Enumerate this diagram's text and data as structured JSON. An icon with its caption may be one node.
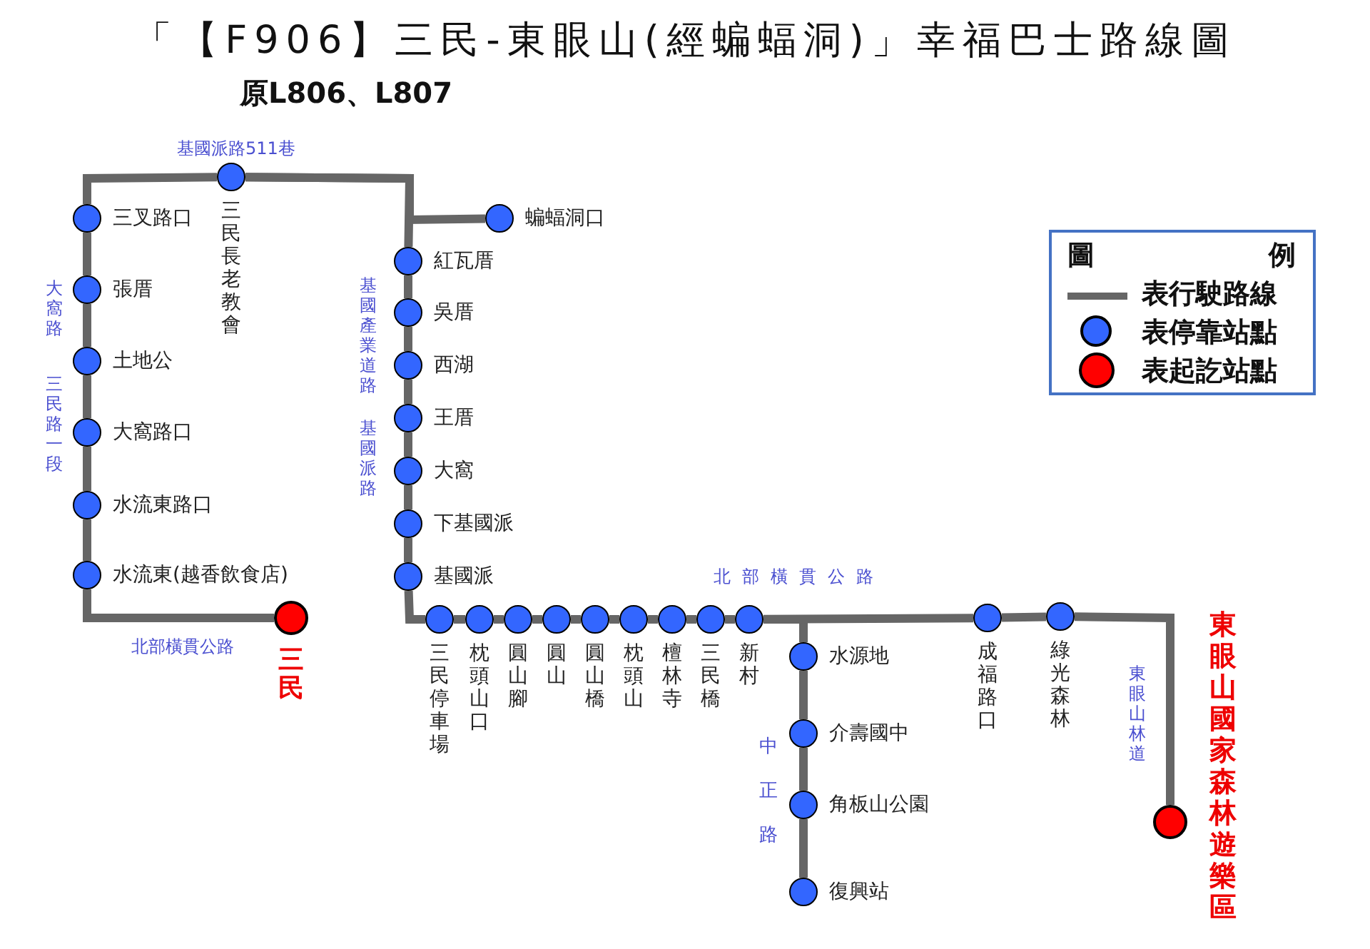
{
  "diagram": {
    "title": "「【F906】三民-東眼山(經蝙蝠洞)」幸福巴士路線圖",
    "nodes": [
      {
        "text": [
          "三民"
        ]
      },
      {
        "text": [
          "水流東(越香飲食店)"
        ]
      },
      {
        "text": [
          "水流東路口"
        ]
      },
      {
        "text": [
          "大窩路口"
        ]
      },
      {
        "text": [
          "土地公"
        ]
      },
      {
        "text": [
          "張厝"
        ]
      },
      {
        "text": [
          "三叉路口"
        ]
      },
      {
        "text": [
          "三民長老教會"
        ]
      },
      {
        "text": [
          "蝙蝠洞口"
        ]
      },
      {
        "text": [
          "紅瓦厝"
        ]
      },
      {
        "text": [
          "吳厝"
        ]
      },
      {
        "text": [
          "西湖"
        ]
      },
      {
        "text": [
          "王厝"
        ]
      },
      {
        "text": [
          "大窩"
        ]
      },
      {
        "text": [
          "下基國派"
        ]
      },
      {
        "text": [
          "基國派"
        ]
      },
      {
        "text": [
          "三民停車場"
        ]
      },
      {
        "text": [
          "枕頭山口"
        ]
      },
      {
        "text": [
          "圓山腳"
        ]
      },
      {
        "text": [
          "圓山"
        ]
      },
      {
        "text": [
          "圓山橋"
        ]
      },
      {
        "text": [
          "枕頭山"
        ]
      },
      {
        "text": [
          "檀林寺"
        ]
      },
      {
        "text": [
          "三民橋"
        ]
      },
      {
        "text": [
          "新村"
        ]
      },
      {
        "text": [
          "水源地"
        ]
      },
      {
        "text": [
          "介壽國中"
        ]
      },
      {
        "text": [
          "角板山公園"
        ]
      },
      {
        "text": [
          "復興站"
        ]
      },
      {
        "text": [
          "成福路口"
        ]
      },
      {
        "text": [
          "綠光森林"
        ]
      },
      {
        "text": [
          "東眼山國家森林遊樂區"
        ]
      }
    ],
    "edges": [
      {
        "from": 0,
        "to": 1,
        "arrow": "none"
      },
      {
        "from": 1,
        "to": 2,
        "arrow": "none"
      },
      {
        "from": 2,
        "to": 3,
        "arrow": "none"
      },
      {
        "from": 3,
        "to": 4,
        "arrow": "none"
      },
      {
        "from": 4,
        "to": 5,
        "arrow": "none"
      },
      {
        "from": 5,
        "to": 6,
        "arrow": "none"
      },
      {
        "from": 6,
        "to": 7,
        "arrow": "none"
      },
      {
        "from": 7,
        "to": 8,
        "arrow": "none"
      },
      {
        "from": 7,
        "to": 9,
        "arrow": "none"
      },
      {
        "from": 9,
        "to": 10,
        "arrow": "none"
      },
      {
        "from": 10,
        "to": 11,
        "arrow": "none"
      },
      {
        "from": 11,
        "to": 12,
        "arrow": "none"
      },
      {
        "from": 12,
        "to": 13,
        "arrow": "none"
      },
      {
        "from": 13,
        "to": 14,
        "arrow": "none"
      },
      {
        "from": 14,
        "to": 15,
        "arrow": "none"
      },
      {
        "from": 15,
        "to": 16,
        "arrow": "none"
      },
      {
        "from": 16,
        "to": 17,
        "arrow": "none"
      },
      {
        "from": 17,
        "to": 18,
        "arrow": "none"
      },
      {
        "from": 18,
        "to": 19,
        "arrow": "none"
      },
      {
        "from": 19,
        "to": 20,
        "arrow": "none"
      },
      {
        "from": 20,
        "to": 21,
        "arrow": "none"
      },
      {
        "from": 21,
        "to": 22,
        "arrow": "none"
      },
      {
        "from": 22,
        "to": 23,
        "arrow": "none"
      },
      {
        "from": 23,
        "to": 24,
        "arrow": "none"
      },
      {
        "from": 24,
        "to": 25,
        "arrow": "none"
      },
      {
        "from": 25,
        "to": 26,
        "arrow": "none"
      },
      {
        "from": 26,
        "to": 27,
        "arrow": "none"
      },
      {
        "from": 27,
        "to": 28,
        "arrow": "none"
      },
      {
        "from": 24,
        "to": 29,
        "arrow": "none"
      },
      {
        "from": 29,
        "to": 30,
        "arrow": "none"
      },
      {
        "from": 30,
        "to": 31,
        "arrow": "none"
      }
    ],
    "labels": [
      "原L806、L807",
      "基國派路511巷",
      "大窩路",
      "三民路一段",
      "基國產業道路",
      "基國派路",
      "北部橫貫公路",
      "北部橫貫公路",
      "中正路",
      "東眼山林道",
      "圖例"
    ],
    "legend": [
      {
        "text": "表行駛路線"
      },
      {
        "text": "表停靠站點"
      },
      {
        "text": "表起訖站點"
      }
    ]
  }
}
